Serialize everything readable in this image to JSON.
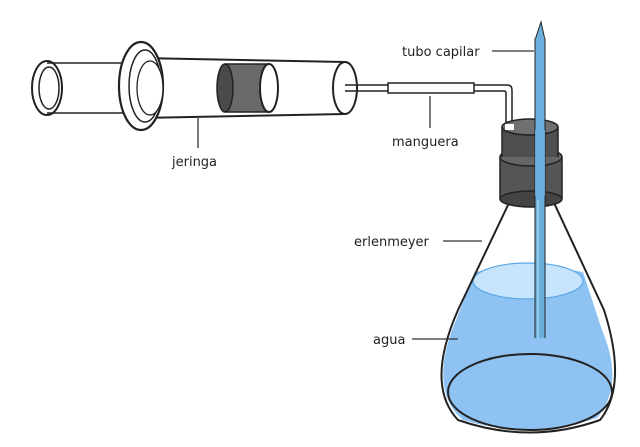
{
  "labels": {
    "tubo_capilar": "tubo capilar",
    "manguera": "manguera",
    "jeringa": "jeringa",
    "erlenmeyer": "erlenmeyer",
    "agua": "agua"
  },
  "colors": {
    "outline": "#222222",
    "water": "#8ec2f2",
    "water_surface": "#c6e4fb",
    "capillary": "#6aaedd",
    "stopper": "#555555",
    "plunger": "#6a6a6a"
  }
}
